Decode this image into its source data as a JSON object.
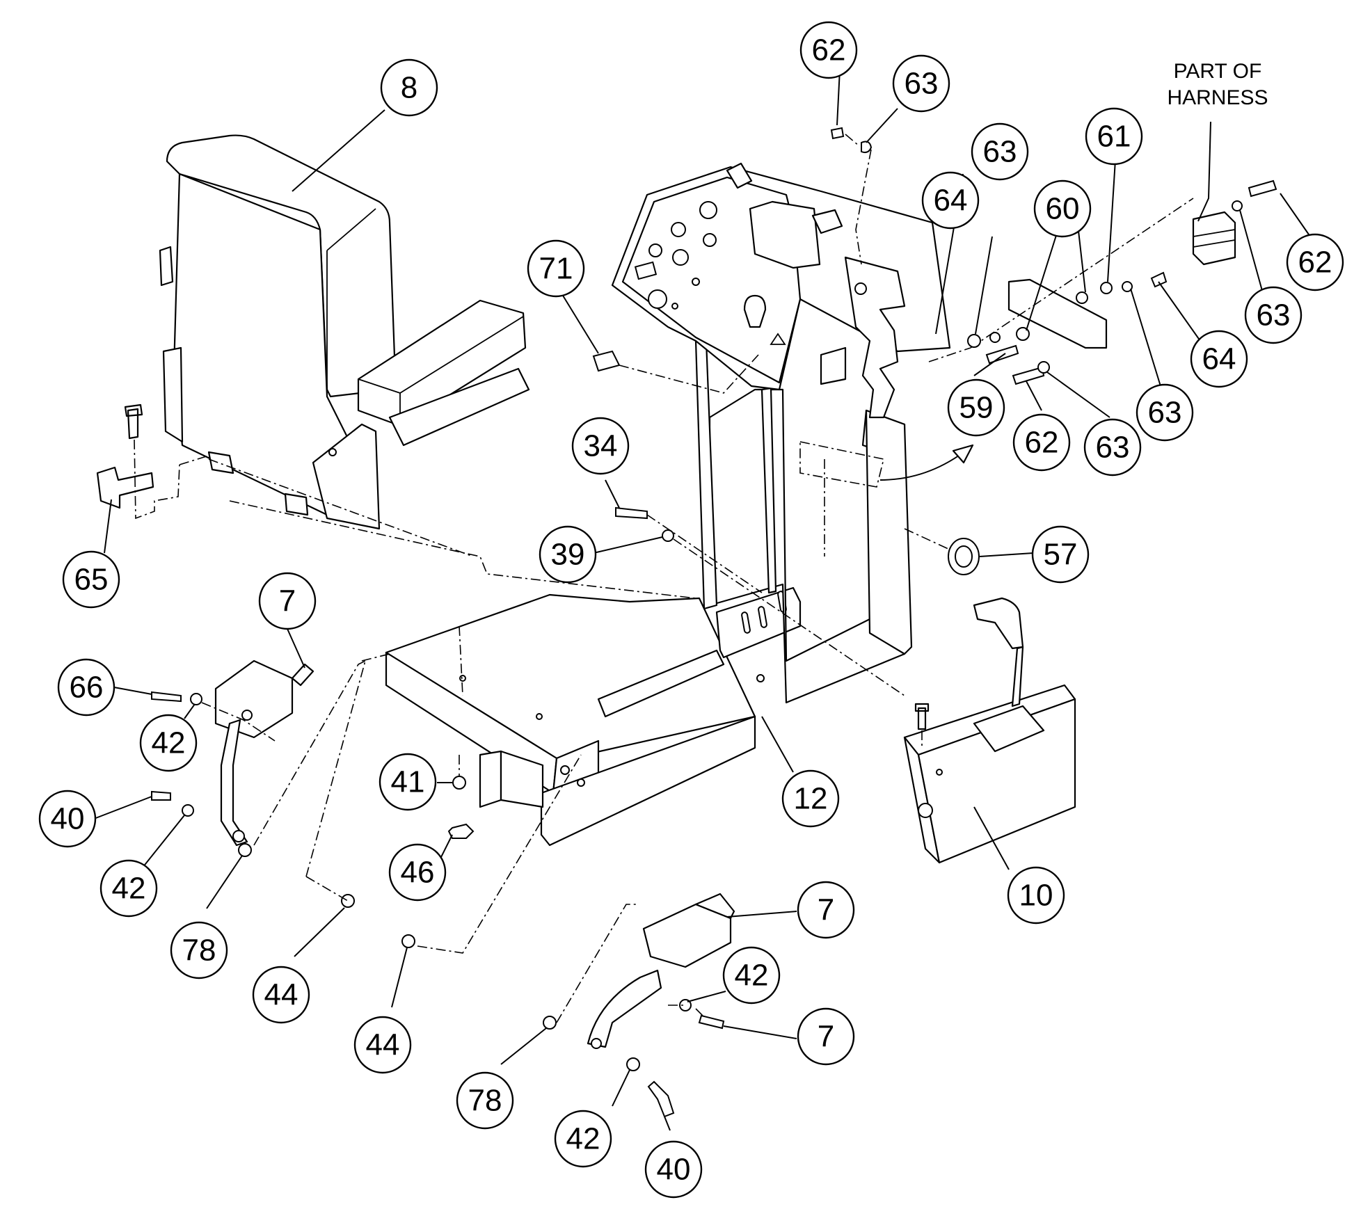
{
  "callouts": [
    {
      "label": "8"
    },
    {
      "label": "62"
    },
    {
      "label": "63"
    },
    {
      "label": "63"
    },
    {
      "label": "64"
    },
    {
      "label": "61"
    },
    {
      "label": "60"
    },
    {
      "label": "62"
    },
    {
      "label": "63"
    },
    {
      "label": "64"
    },
    {
      "label": "71"
    },
    {
      "label": "59"
    },
    {
      "label": "62"
    },
    {
      "label": "63"
    },
    {
      "label": "63"
    },
    {
      "label": "34"
    },
    {
      "label": "39"
    },
    {
      "label": "57"
    },
    {
      "label": "65"
    },
    {
      "label": "7"
    },
    {
      "label": "66"
    },
    {
      "label": "42"
    },
    {
      "label": "40"
    },
    {
      "label": "42"
    },
    {
      "label": "78"
    },
    {
      "label": "41"
    },
    {
      "label": "46"
    },
    {
      "label": "12"
    },
    {
      "label": "10"
    },
    {
      "label": "44"
    },
    {
      "label": "44"
    },
    {
      "label": "7"
    },
    {
      "label": "42"
    },
    {
      "label": "7"
    },
    {
      "label": "78"
    },
    {
      "label": "42"
    },
    {
      "label": "40"
    }
  ],
  "note": {
    "line1": "PART OF",
    "line2": "HARNESS"
  }
}
